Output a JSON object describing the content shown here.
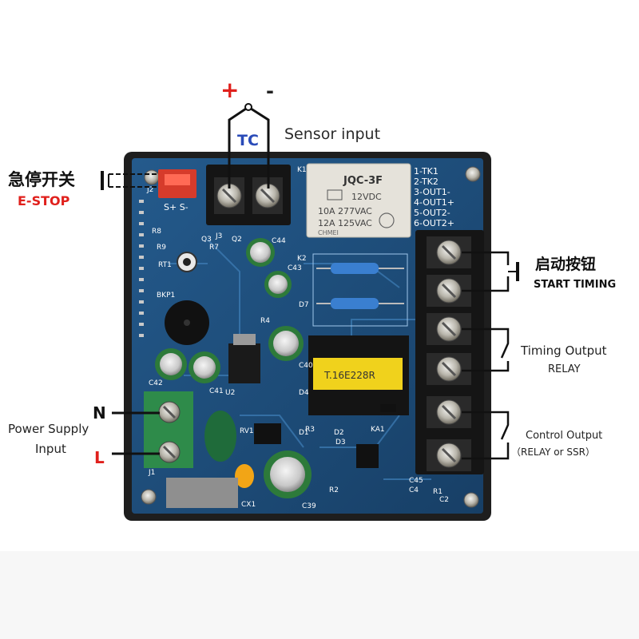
{
  "sensor": {
    "plus": "+",
    "minus": "-",
    "tc": "TC",
    "caption": "Sensor input"
  },
  "estop": {
    "cn": "急停开关",
    "en": "E-STOP"
  },
  "start": {
    "cn": "启动按钮",
    "en": "START TIMING"
  },
  "timing_output": {
    "line1": "Timing Output",
    "line2": "RELAY"
  },
  "control_output": {
    "line1": "Control Output",
    "line2": "（RELAY or SSR）"
  },
  "power": {
    "n": "N",
    "l": "L",
    "line1": "Power Supply",
    "line2": "Input"
  },
  "board": {
    "relay_brand": "JQC-3F",
    "relay_line1": "12VDC",
    "relay_line2": "10A 277VAC",
    "relay_line3": "12A 125VAC",
    "relay_line4": "CHMEI",
    "transformer": "T.16E228R",
    "top_connector": "S+ S-",
    "pins": [
      "1-TK1",
      "2-TK2",
      "3-OUT1-",
      "4-OUT1+",
      "5-OUT2-",
      "6-OUT2+"
    ],
    "silk": [
      "J2",
      "J3",
      "Q3",
      "Q2",
      "K1",
      "R8",
      "R9",
      "R7",
      "RT1",
      "BKP1",
      "C44",
      "C43",
      "R4",
      "R3",
      "C42",
      "C41",
      "U2",
      "C40",
      "D4",
      "D1",
      "D2",
      "D3",
      "D7",
      "KA1",
      "RV1",
      "CX1",
      "C39",
      "R2",
      "C45",
      "R1",
      "C2",
      "C4",
      "J1",
      "K2"
    ],
    "colors": {
      "pcb": "#1f4f7d",
      "frame": "#202020",
      "terminal_green": "#2e8b4a",
      "estop_red": "#d63b2b",
      "label_red": "#e0201c",
      "label_blue": "#2a4bb8"
    }
  }
}
